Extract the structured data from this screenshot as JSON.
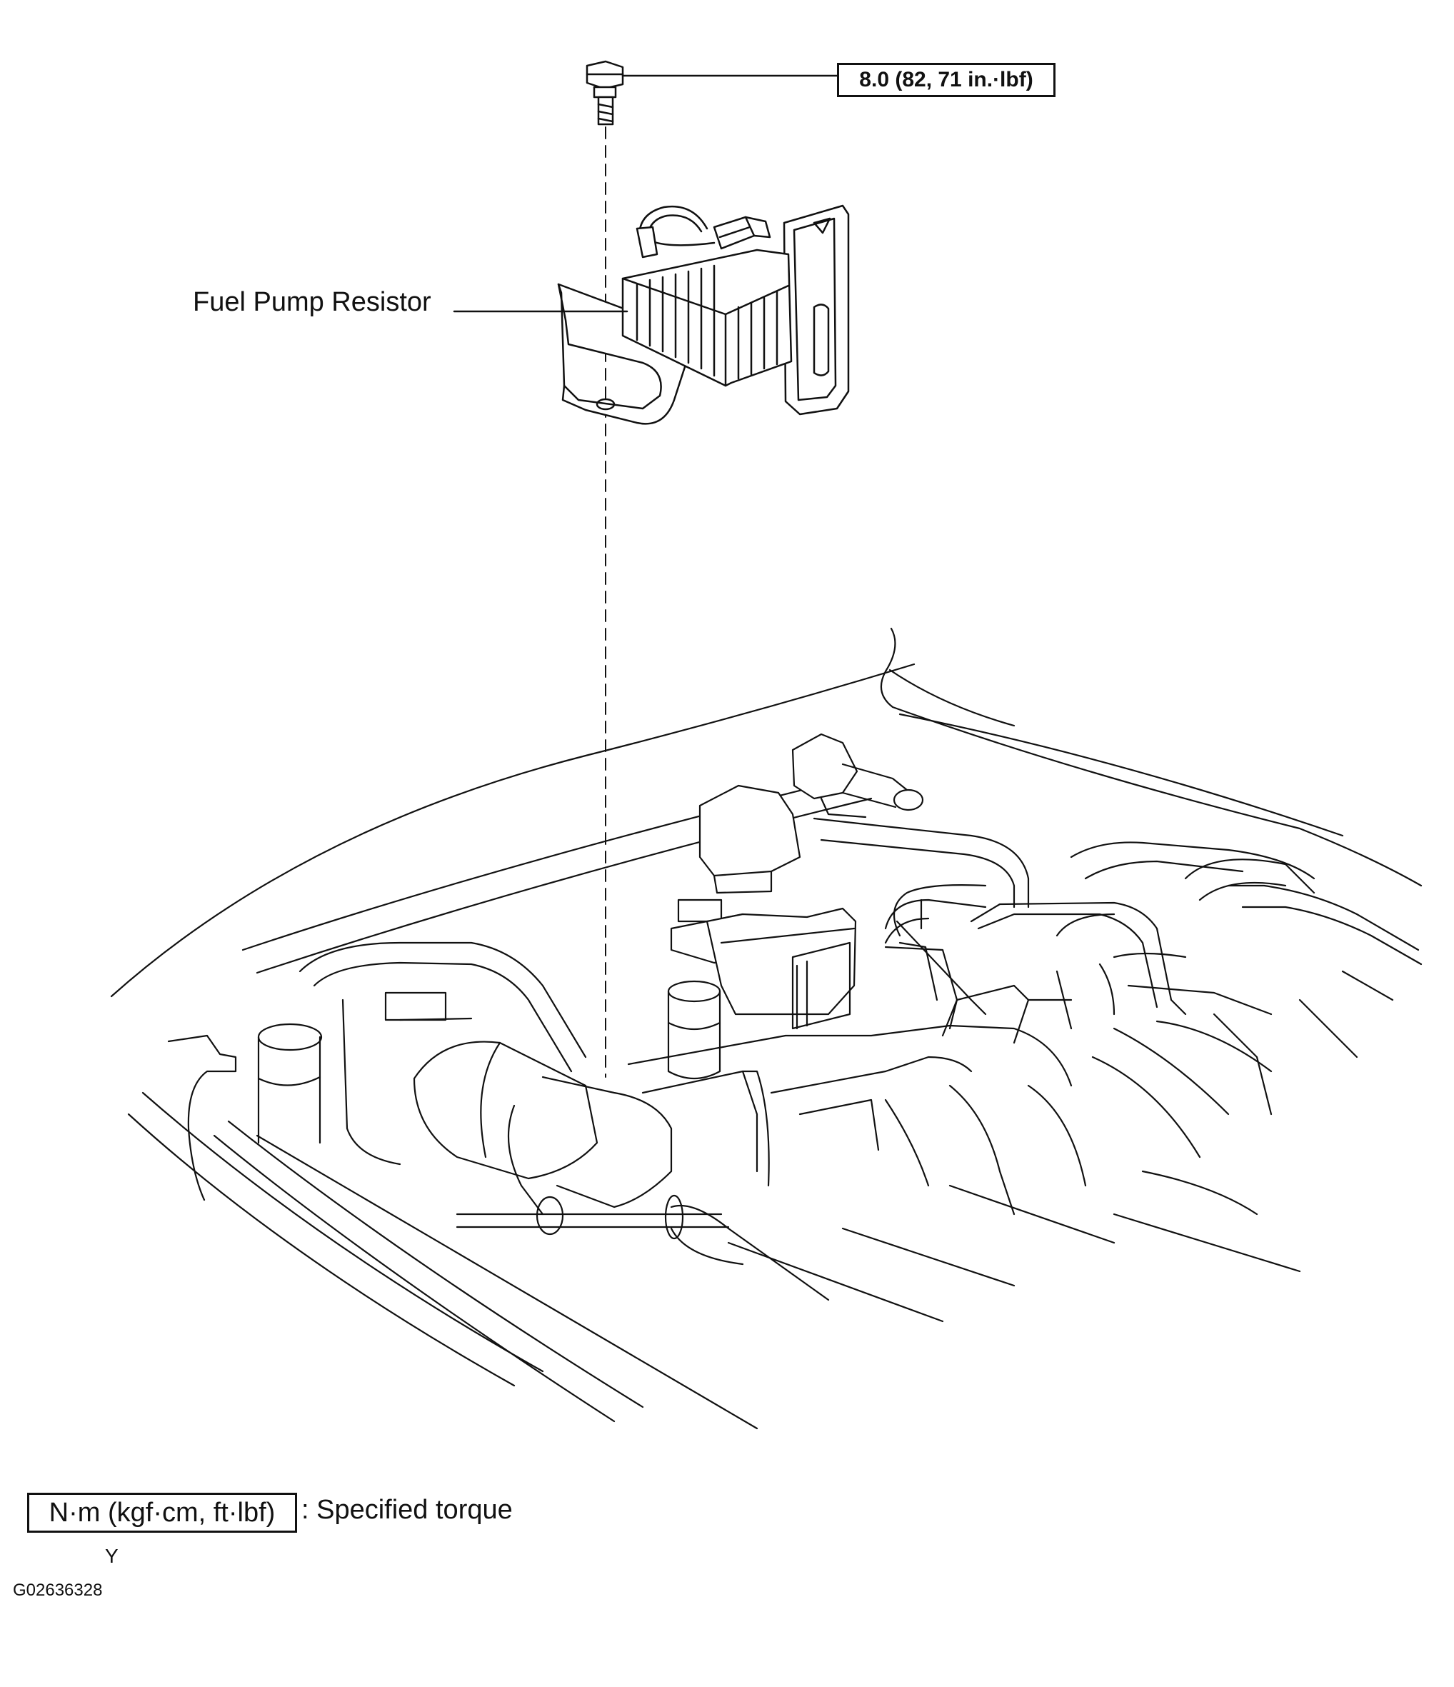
{
  "diagram": {
    "torque_callout": "8.0 (82, 71 in.·lbf)",
    "component_label": "Fuel Pump Resistor",
    "legend": {
      "unit_box": "N·m (kgf·cm, ft·lbf)",
      "description": ": Specified torque"
    },
    "orientation_mark": "Y",
    "figure_code": "G02636328"
  }
}
